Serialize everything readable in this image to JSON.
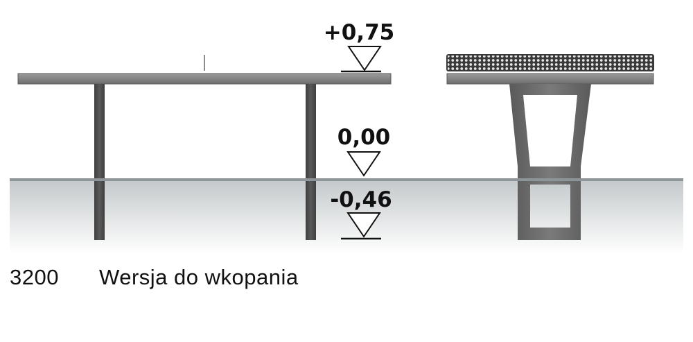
{
  "levels": {
    "table_top": "+0,75",
    "ground": "0,00",
    "foundation": "-0,46"
  },
  "caption": {
    "model_code": "3200",
    "variant": "Wersja do wkopania"
  },
  "colors": {
    "concrete": "#7d7d7d",
    "concrete_dark": "#555555",
    "leg": "#474747",
    "ground_line": "#8d9598",
    "ground_fill_top": "#c4c9cb",
    "perforated_top": "#3c3c3c"
  }
}
